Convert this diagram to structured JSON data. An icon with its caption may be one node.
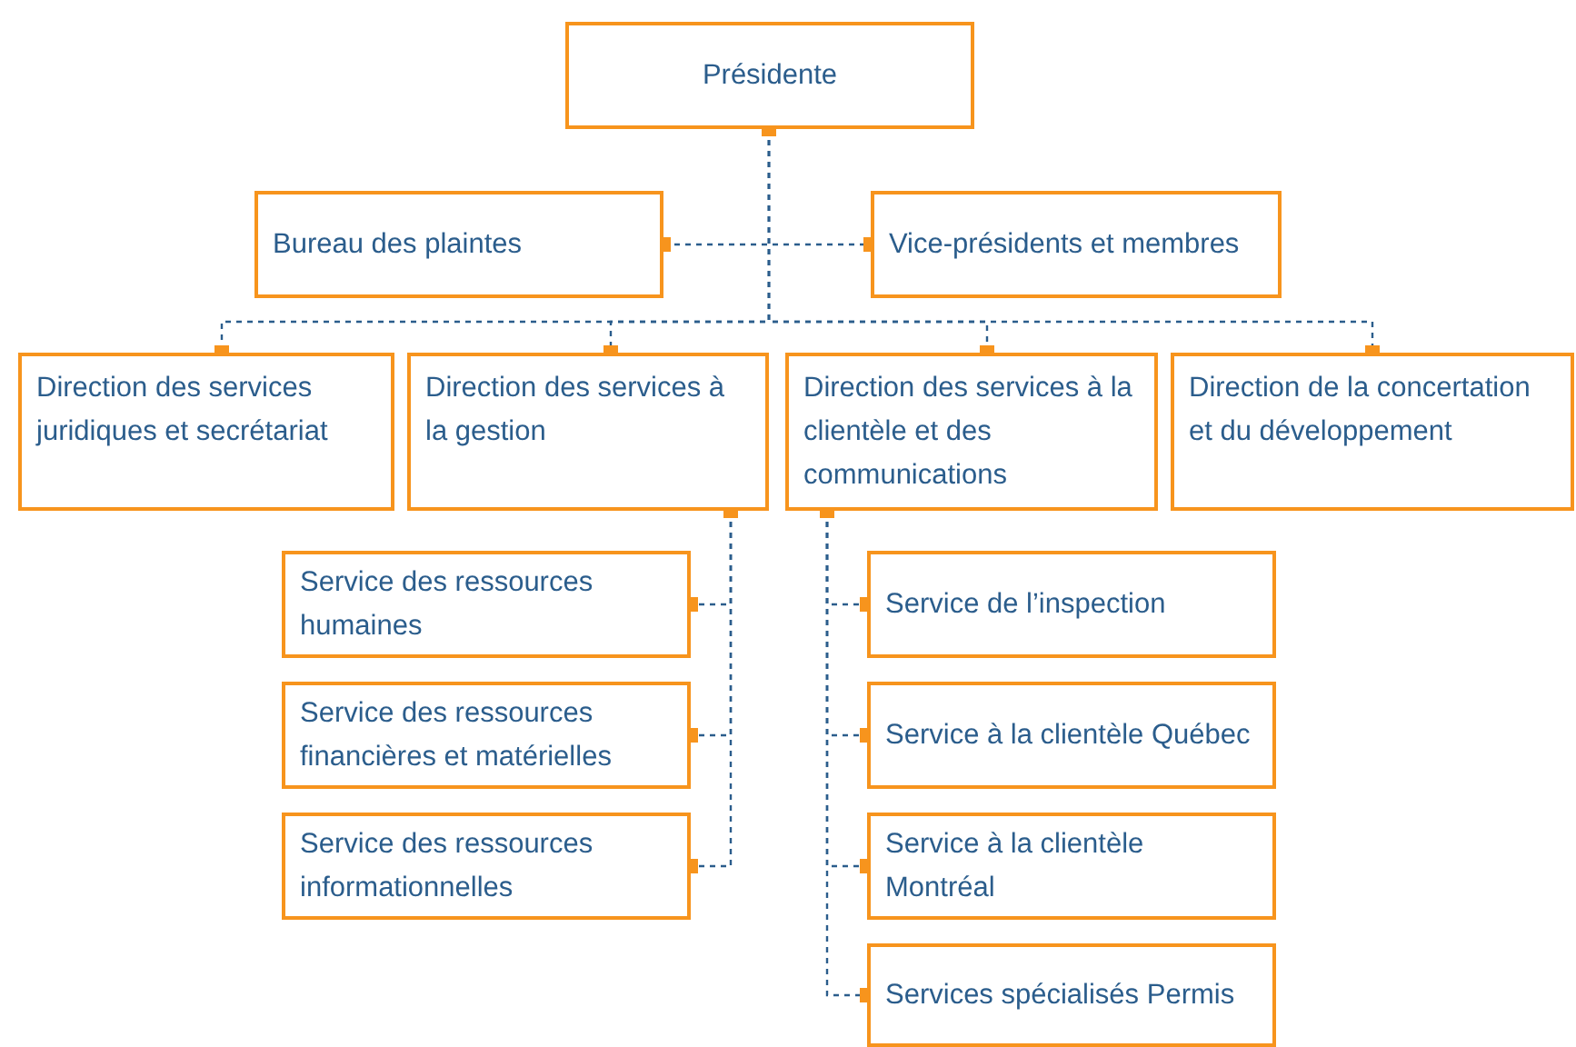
{
  "diagram": {
    "nodes": [
      {
        "text": [
          "Présidente"
        ]
      },
      {
        "text": [
          "Bureau des plaintes"
        ]
      },
      {
        "text": [
          "Vice-présidents et membres"
        ]
      },
      {
        "text": [
          "Direction des services juridiques et secrétariat"
        ]
      },
      {
        "text": [
          "Direction des services à la gestion"
        ]
      },
      {
        "text": [
          "Direction des services à la clientèle et des communications"
        ]
      },
      {
        "text": [
          "Direction de la concertation et du développement"
        ]
      },
      {
        "text": [
          "Service des ressources humaines"
        ]
      },
      {
        "text": [
          "Service des ressources financières et matérielles"
        ]
      },
      {
        "text": [
          "Service des ressources informationnelles"
        ]
      },
      {
        "text": [
          "Service de l’inspection"
        ]
      },
      {
        "text": [
          "Service à la clientèle Québec"
        ]
      },
      {
        "text": [
          "Service à la clientèle Montréal"
        ]
      },
      {
        "text": [
          "Services spécialisés Permis"
        ]
      }
    ],
    "edges": [
      {
        "from": 0,
        "to": 3,
        "arrow": "other"
      },
      {
        "from": 0,
        "to": 4,
        "arrow": "other"
      },
      {
        "from": 0,
        "to": 5,
        "arrow": "other"
      },
      {
        "from": 0,
        "to": 6,
        "arrow": "other"
      },
      {
        "from": 1,
        "to": 2,
        "arrow": "other"
      },
      {
        "from": 4,
        "to": 7,
        "arrow": "other"
      },
      {
        "from": 4,
        "to": 8,
        "arrow": "other"
      },
      {
        "from": 4,
        "to": 9,
        "arrow": "other"
      },
      {
        "from": 5,
        "to": 10,
        "arrow": "other"
      },
      {
        "from": 5,
        "to": 11,
        "arrow": "other"
      },
      {
        "from": 5,
        "to": 12,
        "arrow": "other"
      },
      {
        "from": 5,
        "to": 13,
        "arrow": "other"
      }
    ]
  }
}
